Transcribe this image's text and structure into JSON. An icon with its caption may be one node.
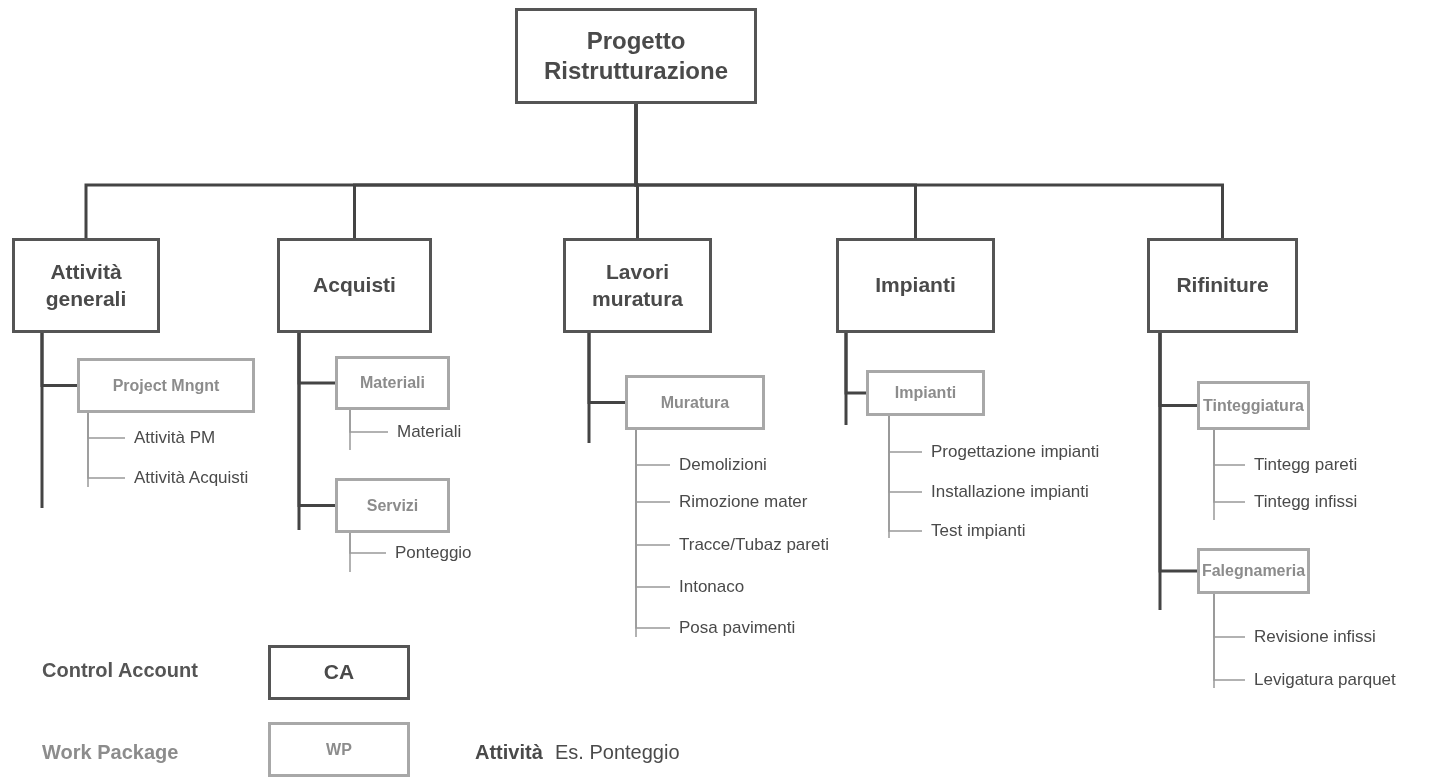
{
  "diagram": {
    "nodes": [
      {
        "text": [
          "Progetto Ristrutturazione"
        ]
      },
      {
        "text": [
          "Attività generali"
        ]
      },
      {
        "text": [
          "Acquisti"
        ]
      },
      {
        "text": [
          "Lavori muratura"
        ]
      },
      {
        "text": [
          "Impianti"
        ]
      },
      {
        "text": [
          "Rifiniture"
        ]
      },
      {
        "text": [
          "Project Mngnt"
        ]
      },
      {
        "text": [
          "Attività PM"
        ]
      },
      {
        "text": [
          "Attività Acquisti"
        ]
      },
      {
        "text": [
          "Materiali"
        ]
      },
      {
        "text": [
          "Materiali"
        ]
      },
      {
        "text": [
          "Servizi"
        ]
      },
      {
        "text": [
          "Ponteggio"
        ]
      },
      {
        "text": [
          "Muratura"
        ]
      },
      {
        "text": [
          "Demolizioni"
        ]
      },
      {
        "text": [
          "Rimozione mater"
        ]
      },
      {
        "text": [
          "Tracce/Tubaz pareti"
        ]
      },
      {
        "text": [
          "Intonaco"
        ]
      },
      {
        "text": [
          "Posa pavimenti"
        ]
      },
      {
        "text": [
          "Impianti"
        ]
      },
      {
        "text": [
          "Progettazione impianti"
        ]
      },
      {
        "text": [
          "Installazione impianti"
        ]
      },
      {
        "text": [
          "Test impianti"
        ]
      },
      {
        "text": [
          "Tinteggiatura"
        ]
      },
      {
        "text": [
          "Tintegg pareti"
        ]
      },
      {
        "text": [
          "Tintegg infissi"
        ]
      },
      {
        "text": [
          "Falegnameria"
        ]
      },
      {
        "text": [
          "Revisione infissi"
        ]
      },
      {
        "text": [
          "Levigatura parquet"
        ]
      },
      {
        "text": [
          "CA"
        ]
      },
      {
        "text": [
          "WP"
        ]
      }
    ],
    "edges": [
      {
        "from": 0,
        "to": 1,
        "arrow": "none"
      },
      {
        "from": 0,
        "to": 2,
        "arrow": "none"
      },
      {
        "from": 0,
        "to": 3,
        "arrow": "none"
      },
      {
        "from": 0,
        "to": 4,
        "arrow": "none"
      },
      {
        "from": 0,
        "to": 5,
        "arrow": "none"
      },
      {
        "from": 1,
        "to": 6,
        "arrow": "none"
      },
      {
        "from": 6,
        "to": 7,
        "arrow": "none"
      },
      {
        "from": 6,
        "to": 8,
        "arrow": "none"
      },
      {
        "from": 2,
        "to": 9,
        "arrow": "none"
      },
      {
        "from": 9,
        "to": 10,
        "arrow": "none"
      },
      {
        "from": 2,
        "to": 11,
        "arrow": "none"
      },
      {
        "from": 11,
        "to": 12,
        "arrow": "none"
      },
      {
        "from": 3,
        "to": 13,
        "arrow": "none"
      },
      {
        "from": 13,
        "to": 14,
        "arrow": "none"
      },
      {
        "from": 13,
        "to": 15,
        "arrow": "none"
      },
      {
        "from": 13,
        "to": 16,
        "arrow": "none"
      },
      {
        "from": 13,
        "to": 17,
        "arrow": "none"
      },
      {
        "from": 13,
        "to": 18,
        "arrow": "none"
      },
      {
        "from": 4,
        "to": 19,
        "arrow": "none"
      },
      {
        "from": 19,
        "to": 20,
        "arrow": "none"
      },
      {
        "from": 19,
        "to": 21,
        "arrow": "none"
      },
      {
        "from": 19,
        "to": 22,
        "arrow": "none"
      },
      {
        "from": 5,
        "to": 23,
        "arrow": "none"
      },
      {
        "from": 23,
        "to": 24,
        "arrow": "none"
      },
      {
        "from": 23,
        "to": 25,
        "arrow": "none"
      },
      {
        "from": 5,
        "to": 26,
        "arrow": "none"
      },
      {
        "from": 26,
        "to": 27,
        "arrow": "none"
      },
      {
        "from": 26,
        "to": 28,
        "arrow": "none"
      }
    ],
    "labels": [
      "Control Account",
      "Work Package",
      "Attività",
      "Es. Ponteggio"
    ]
  }
}
